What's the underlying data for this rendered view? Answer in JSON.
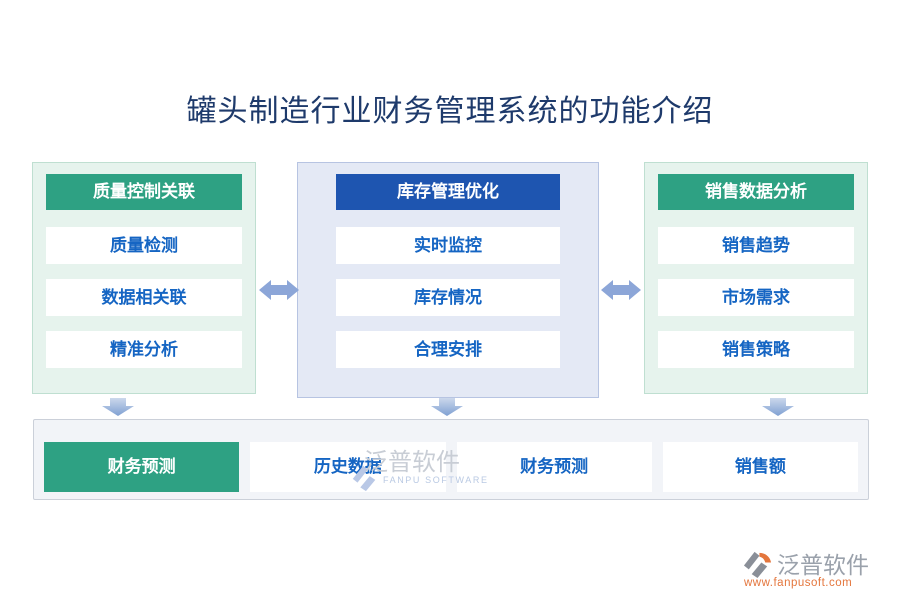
{
  "title": "罐头制造行业财务管理系统的功能介绍",
  "panels": [
    {
      "header": "质量控制关联",
      "theme": "green",
      "items": [
        "质量检测",
        "数据相关联",
        "精准分析"
      ]
    },
    {
      "header": "库存管理优化",
      "theme": "blue",
      "items": [
        "实时监控",
        "库存情况",
        "合理安排"
      ]
    },
    {
      "header": "销售数据分析",
      "theme": "green",
      "items": [
        "销售趋势",
        "市场需求",
        "销售策略"
      ]
    }
  ],
  "bottom_row": {
    "cells": [
      {
        "label": "财务预测",
        "theme": "green"
      },
      {
        "label": "历史数据",
        "theme": "white"
      },
      {
        "label": "财务预测",
        "theme": "white"
      },
      {
        "label": "销售额",
        "theme": "white"
      }
    ]
  },
  "watermark": {
    "brand": "泛普软件",
    "brand_en": "FANPU SOFTWARE",
    "website": "www.fanpusoft.com"
  },
  "colors": {
    "green": "#2ea183",
    "header_blue": "#1e55b0",
    "item_text_blue": "#1565c3",
    "arrow_blue": "#8ca6d8",
    "footer_orange": "#e4763d",
    "title_navy": "#1e3a6b"
  }
}
